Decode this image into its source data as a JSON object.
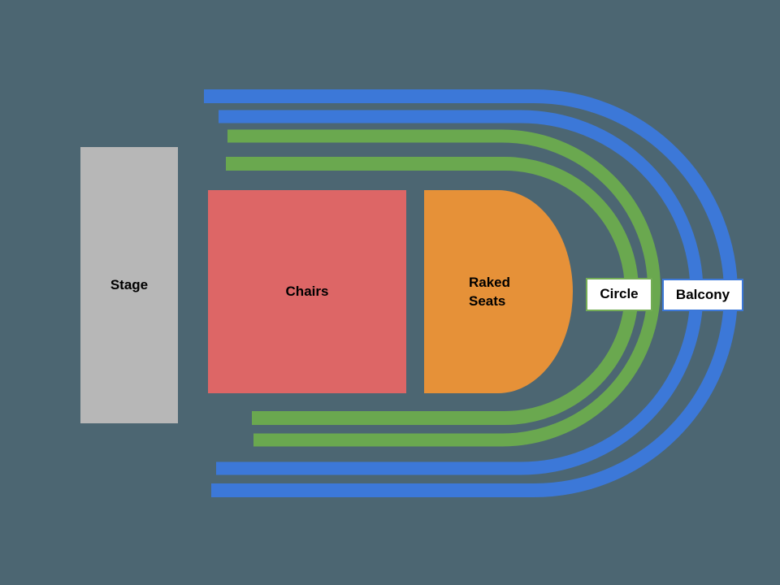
{
  "diagram": {
    "type": "venue-seating-map",
    "background_color": "#4c6672",
    "sections": {
      "stage": {
        "label": "Stage",
        "color": "#b7b7b7",
        "text_color": "#000000"
      },
      "chairs": {
        "label": "Chairs",
        "color": "#dd6666",
        "text_color": "#000000"
      },
      "raked_seats": {
        "label": "Raked Seats",
        "color": "#e69138",
        "text_color": "#000000"
      },
      "circle": {
        "label": "Circle",
        "color": "#6aa84f",
        "label_box_border_color": "#74ad56",
        "label_box_background": "#ffffff",
        "ring_count": 2,
        "text_color": "#000000"
      },
      "balcony": {
        "label": "Balcony",
        "color": "#3c78d8",
        "label_box_border_color": "#3c78d8",
        "label_box_background": "#ffffff",
        "ring_count": 2,
        "text_color": "#000000"
      }
    }
  }
}
